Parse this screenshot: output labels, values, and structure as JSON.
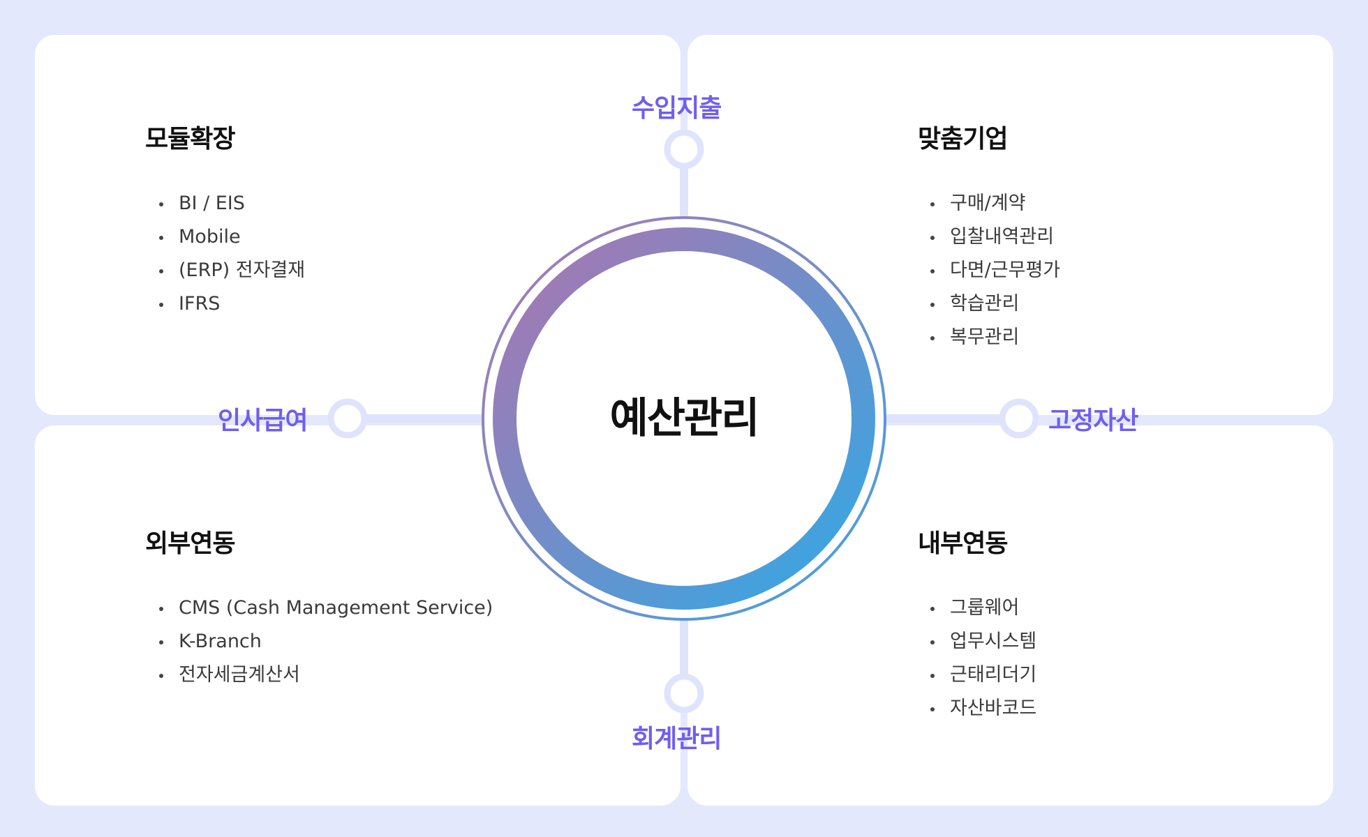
{
  "center": {
    "label": "예산관리"
  },
  "axes": {
    "top": "수입지출",
    "bottom": "회계관리",
    "left": "인사급여",
    "right": "고정자산"
  },
  "quadrants": {
    "top_left": {
      "title": "모듈확장",
      "items": [
        "BI / EIS",
        "Mobile",
        "(ERP) 전자결재",
        "IFRS"
      ]
    },
    "top_right": {
      "title": "맞춤기업",
      "items": [
        "구매/계약",
        "입찰내역관리",
        "다면/근무평가",
        "학습관리",
        "복무관리"
      ]
    },
    "bottom_left": {
      "title": "외부연동",
      "items": [
        "CMS (Cash Management Service)",
        "K-Branch",
        "전자세금계산서"
      ]
    },
    "bottom_right": {
      "title": "내부연동",
      "items": [
        "그룹웨어",
        "업무시스템",
        "근태리더기",
        "자산바코드"
      ]
    }
  },
  "colors": {
    "background": "#e3e8fd",
    "connector": "#dfe4fc",
    "accent_text": "#6f5ef0",
    "ring_start": "#a07ab4",
    "ring_end": "#3da4e0"
  }
}
